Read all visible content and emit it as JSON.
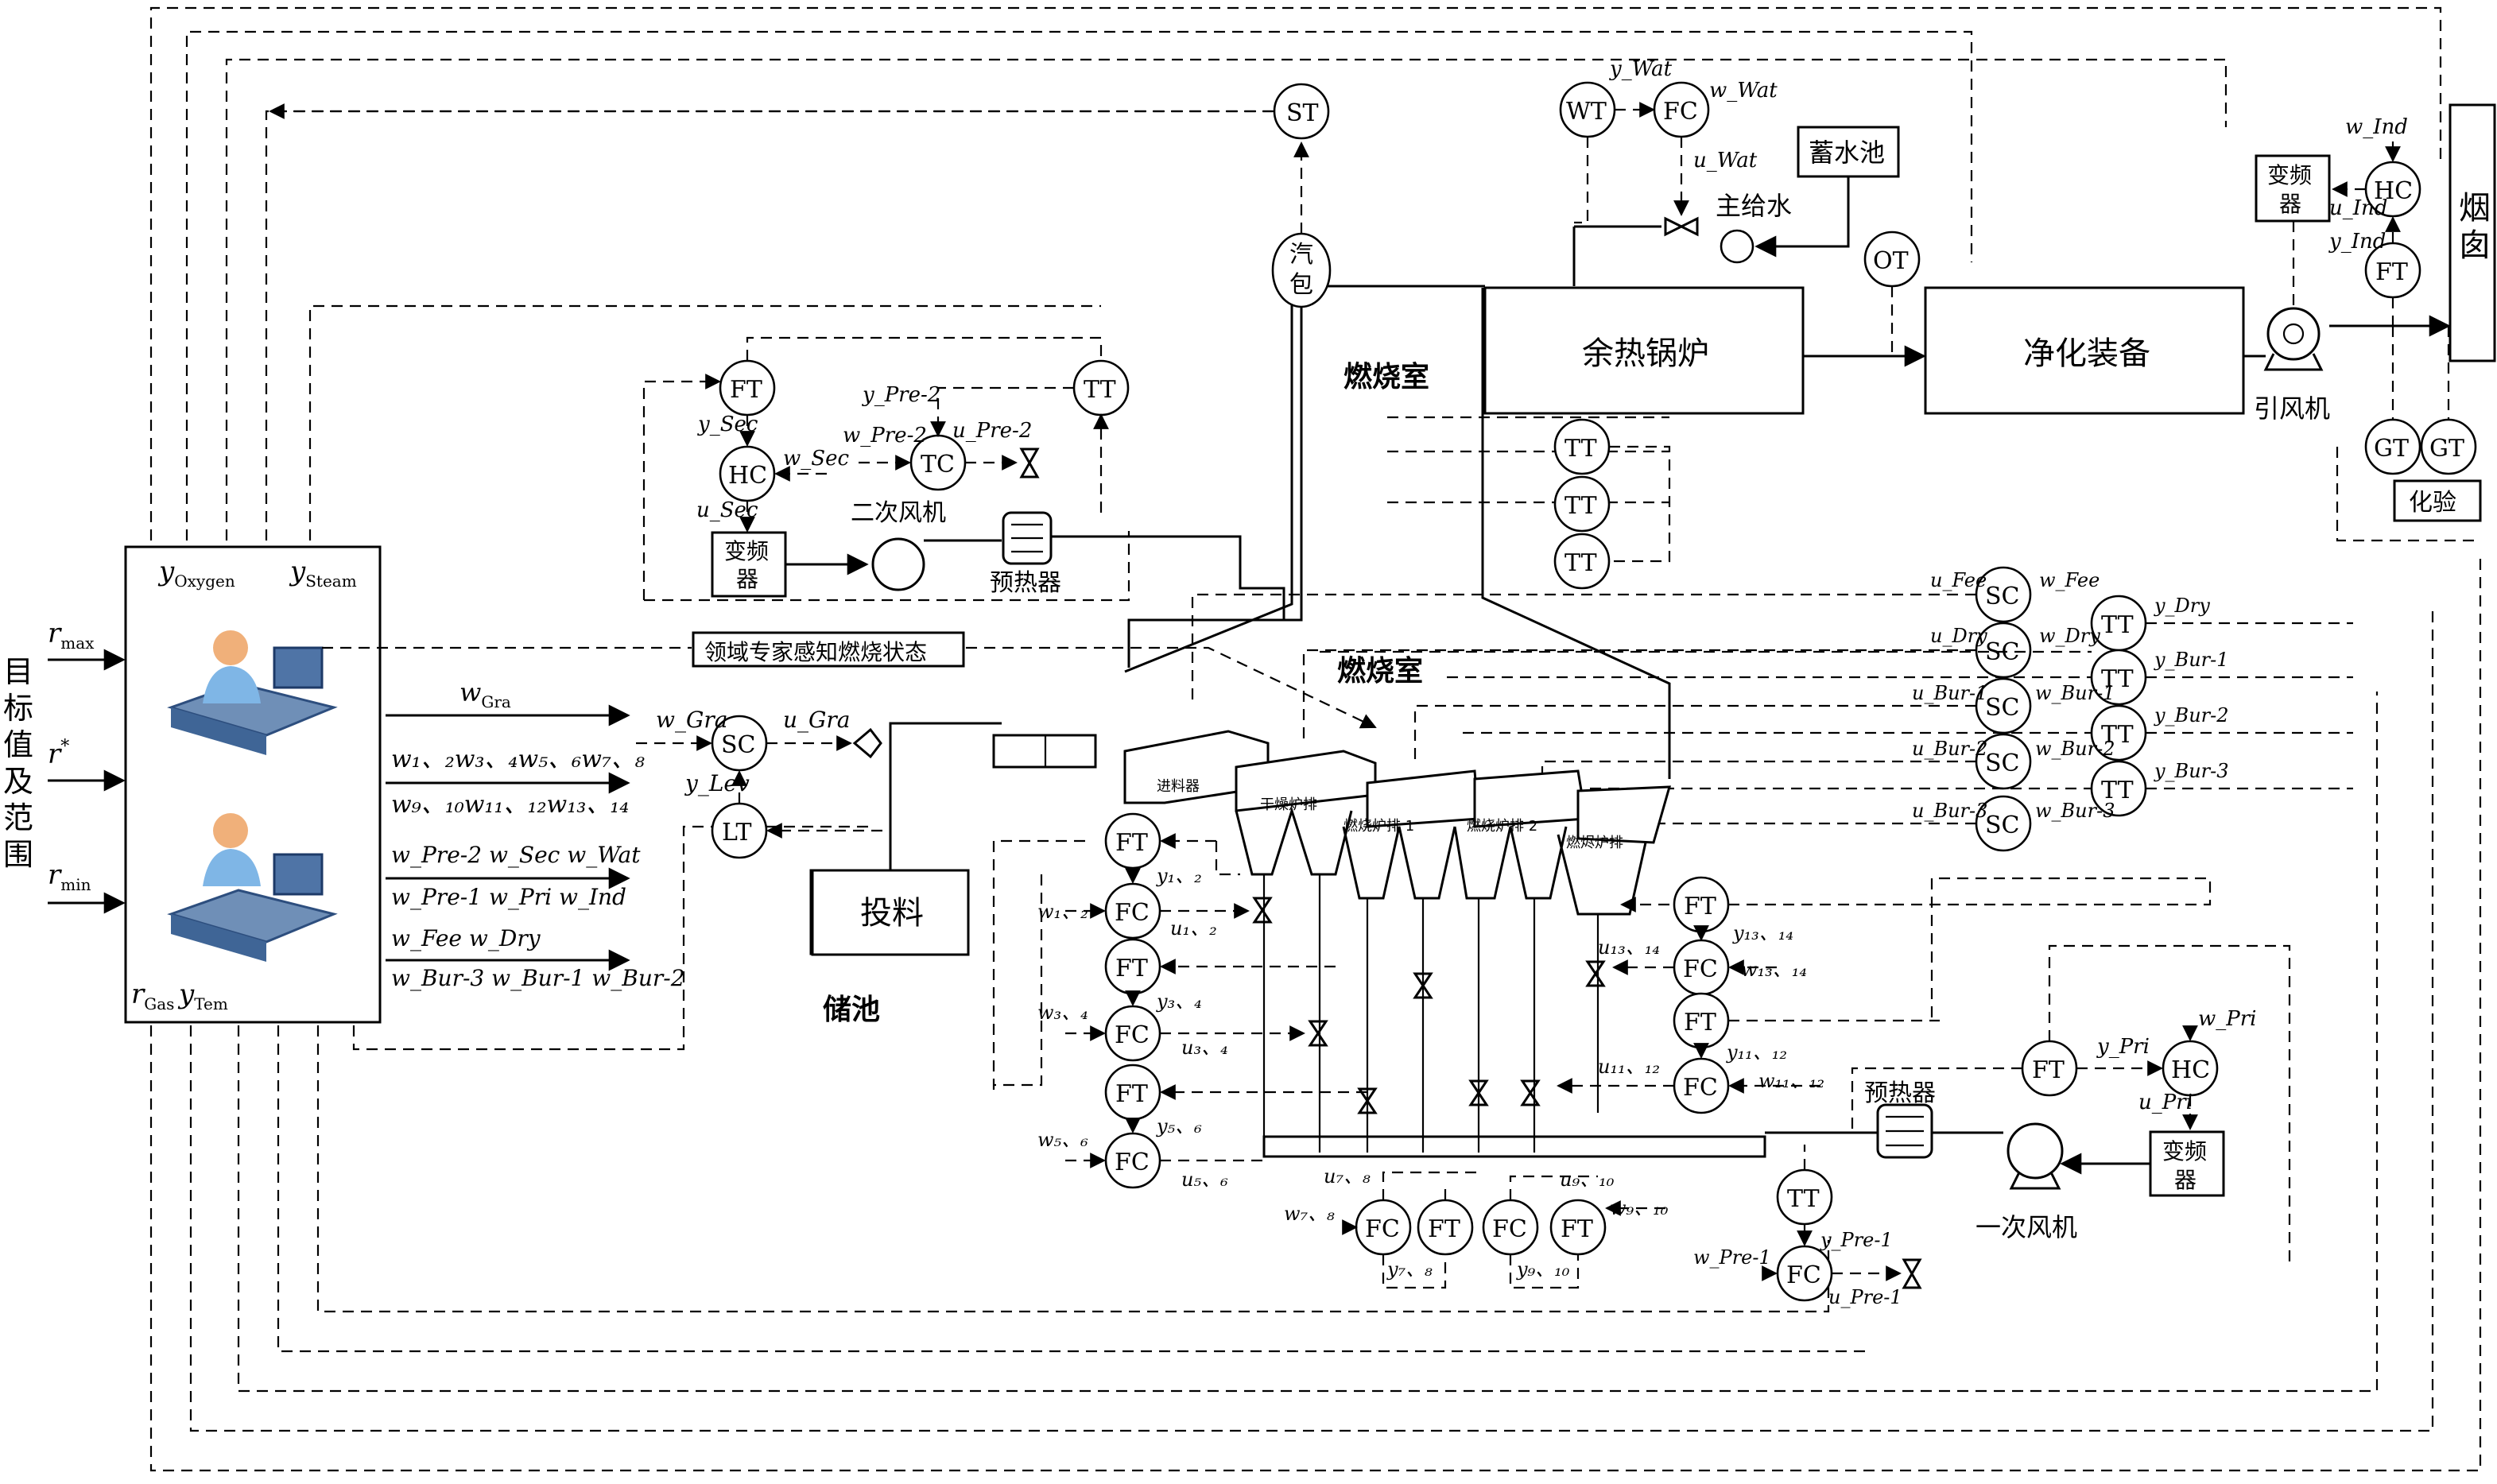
{
  "left_label": "目标值及范围",
  "inputs": {
    "r_max": "r",
    "r_max_sub": "max",
    "r_star": "r",
    "r_star_sup": "*",
    "r_min": "r",
    "r_min_sub": "min"
  },
  "operator_box": {
    "y_oxygen": "y",
    "y_oxygen_sub": "Oxygen",
    "y_steam": "y",
    "y_steam_sub": "Steam",
    "r_gas": "r",
    "r_gas_sub": "Gas",
    "y_tem": "y",
    "y_tem_sub": "Tem"
  },
  "expert_label": "领域专家感知燃烧状态",
  "outputs": {
    "w_gra": "w",
    "w_gra_sub": "Gra",
    "line1": "w₁、₂w₃、₄w₅、₆w₇、₈",
    "line2": "w₉、₁₀w₁₁、₁₂w₁₃、₁₄",
    "line3": "w_Pre-2  w_Sec  w_Wat",
    "line4": "w_Pre-1  w_Pri  w_Ind",
    "line5": "w_Fee       w_Dry",
    "line6": "w_Bur-3 w_Bur-1 w_Bur-2"
  },
  "equipment": {
    "boiler": "余热锅炉",
    "purifier": "净化装备",
    "chimney": "烟囱",
    "combustion_chamber_top": "燃烧室",
    "combustion_chamber": "燃烧室",
    "drum": "汽包",
    "reservoir": "蓄水池",
    "main_feed_water": "主给水",
    "induced_fan": "引风机",
    "vfd": "变频器",
    "secondary_fan": "二次风机",
    "preheater_top": "预热器",
    "preheater_bottom": "预热器",
    "primary_fan": "一次风机",
    "feeding": "投料",
    "storage_pit": "储池",
    "lab_test": "化验",
    "feeder": "进料器",
    "dry_grate": "干燥炉排",
    "burn_grate_1": "燃烧炉排 1",
    "burn_grate_2": "燃烧炉排 2",
    "burnout_grate": "燃烬炉排"
  },
  "instruments": {
    "ST": "ST",
    "WT": "WT",
    "FC": "FC",
    "OT": "OT",
    "HC": "HC",
    "FT": "FT",
    "GT": "GT",
    "TT": "TT",
    "TC": "TC",
    "SC": "SC",
    "LT": "LT"
  },
  "signals": {
    "y_wat": "y_Wat",
    "w_wat": "w_Wat",
    "u_wat": "u_Wat",
    "w_ind": "w_Ind",
    "u_ind": "u_Ind",
    "y_ind": "y_Ind",
    "y_sec": "y_Sec",
    "w_sec": "w_Sec",
    "u_sec": "u_Sec",
    "y_pre2": "y_Pre-2",
    "w_pre2": "w_Pre-2",
    "u_pre2": "u_Pre-2",
    "w_gra_sc": "w_Gra",
    "u_gra": "u_Gra",
    "y_lev": "y_Lev",
    "u_fee": "u_Fee",
    "w_fee": "w_Fee",
    "y_dry": "y_Dry",
    "u_dry": "u_Dry",
    "w_dry": "w_Dry",
    "y_bur1": "y_Bur-1",
    "u_bur1": "u_Bur-1",
    "w_bur1": "w_Bur-1",
    "y_bur2": "y_Bur-2",
    "u_bur2": "u_Bur-2",
    "w_bur2": "w_Bur-2",
    "y_bur3": "y_Bur-3",
    "u_bur3": "u_Bur-3",
    "w_bur3": "w_Bur-3",
    "y12": "y₁、₂",
    "w12": "w₁、₂",
    "u12": "u₁、₂",
    "y34": "y₃、₄",
    "w34": "w₃、₄",
    "u34": "u₃、₄",
    "y56": "y₅、₆",
    "w56": "w₅、₆",
    "u56": "u₅、₆",
    "u78": "u₇、₈",
    "w78": "w₇、₈",
    "y78": "y₇、₈",
    "u910": "u₉、₁₀",
    "w910": "w₉、₁₀",
    "y910": "y₉、₁₀",
    "y1314": "y₁₃、₁₄",
    "u1314": "u₁₃、₁₄",
    "w1314": "w₁₃、₁₄",
    "y1112": "y₁₁、₁₂",
    "u1112": "u₁₁、₁₂",
    "w1112": "w₁₁、₁₂",
    "y_pri": "y_Pri",
    "w_pri": "w_Pri",
    "u_pri": "u_Pri",
    "y_pre1": "y_Pre-1",
    "w_pre1": "w_Pre-1",
    "u_pre1": "u_Pre-1"
  }
}
